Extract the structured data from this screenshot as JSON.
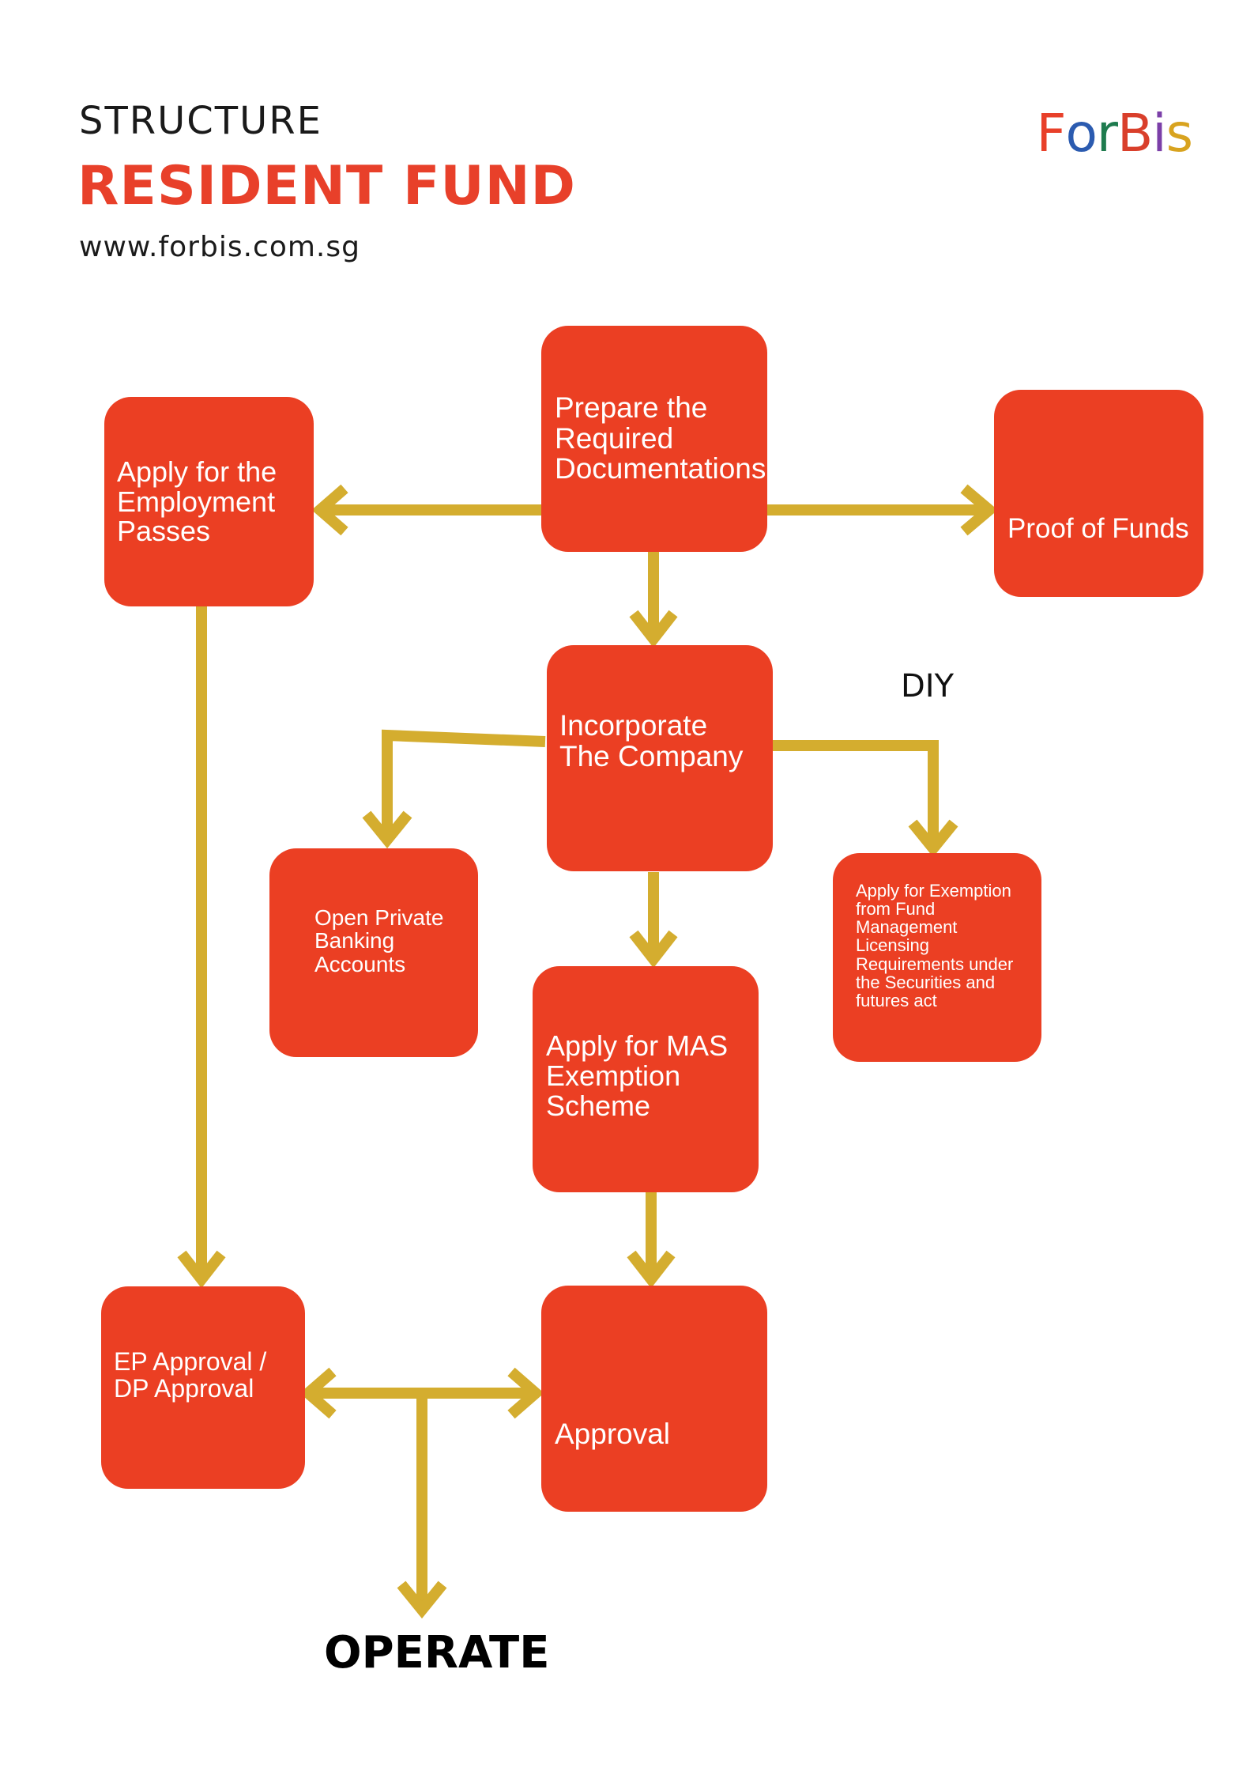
{
  "header": {
    "subtitle": "STRUCTURE",
    "title": "RESIDENT FUND",
    "url": "www.forbis.com.sg",
    "logo_letters": [
      {
        "ch": "F",
        "color": "#e8402a"
      },
      {
        "ch": "o",
        "color": "#2b5bb0"
      },
      {
        "ch": "r",
        "color": "#1e7b4e"
      },
      {
        "ch": "B",
        "color": "#d93f2b"
      },
      {
        "ch": "i",
        "color": "#7b3fa8"
      },
      {
        "ch": "s",
        "color": "#d8a31f"
      }
    ]
  },
  "colors": {
    "box_fill": "#eb3f23",
    "arrow": "#d4ad2f",
    "title_accent": "#e8402a"
  },
  "nodes": {
    "prepare_docs": "Prepare the\nRequired\nDocumentations",
    "employment_passes": "Apply for the\nEmployment\nPasses",
    "proof_of_funds": "Proof of Funds",
    "incorporate": "Incorporate\nThe Company",
    "private_banking": "Open Private\nBanking\nAccounts",
    "exemption_licensing": "Apply for Exemption\nfrom Fund\nManagement\nLicensing\nRequirements under\nthe Securities and\nfutures act",
    "mas_exemption": "Apply for MAS\nExemption\nScheme",
    "ep_dp_approval": "EP Approval /\nDP Approval",
    "approval": "Approval"
  },
  "annotations": {
    "diy": "DIY",
    "operate": "OPERATE"
  }
}
